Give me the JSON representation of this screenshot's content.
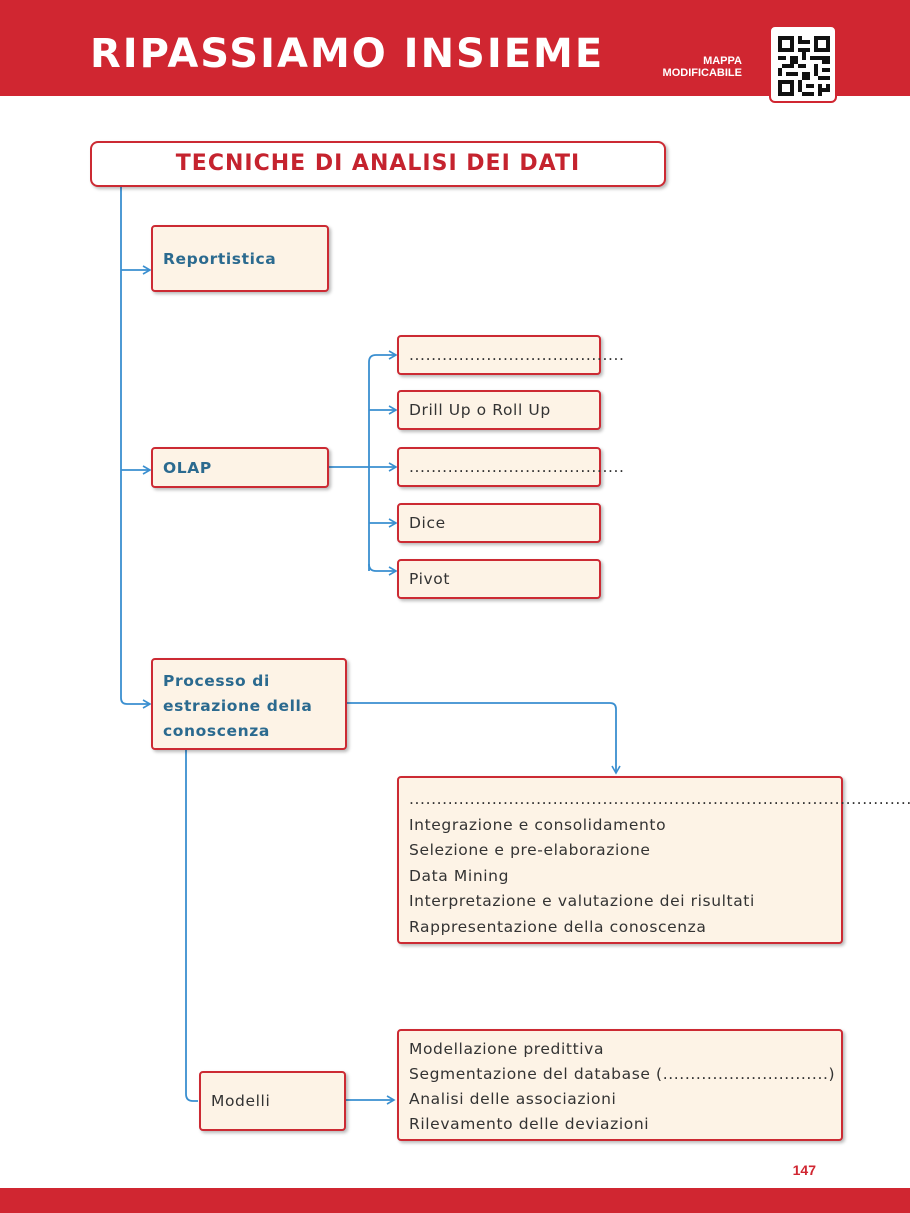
{
  "header": {
    "title": "RIPASSIAMO INSIEME",
    "tag_line1": "MAPPA",
    "tag_line2": "MODIFICABILE",
    "qr_icon": "qr-code-icon",
    "color": "#d02631"
  },
  "map": {
    "root": "TECNICHE DI ANALISI DEI DATI",
    "reportistica": "Reportistica",
    "olap": {
      "label": "OLAP",
      "items": [
        ".......................................",
        "Drill Up o Roll Up",
        ".......................................",
        "Dice",
        "Pivot"
      ]
    },
    "processo": {
      "label_lines": [
        "Processo di",
        "estrazione della",
        "conoscenza"
      ],
      "steps": [
        "...........................................................................................",
        "Integrazione e consolidamento",
        "Selezione e pre-elaborazione",
        "Data Mining",
        "Interpretazione e valutazione dei risultati",
        "Rappresentazione della conoscenza"
      ]
    },
    "modelli": {
      "label": "Modelli",
      "items": [
        "Modellazione predittiva",
        "Segmentazione del database (..............................)",
        "Analisi delle associazioni",
        "Rilevamento delle deviazioni"
      ]
    }
  },
  "page_number": "147",
  "colors": {
    "accent_red": "#d02631",
    "connector_blue": "#3a8fd0",
    "box_fill": "#fdf3e6",
    "label_blue": "#2b6a8f"
  }
}
